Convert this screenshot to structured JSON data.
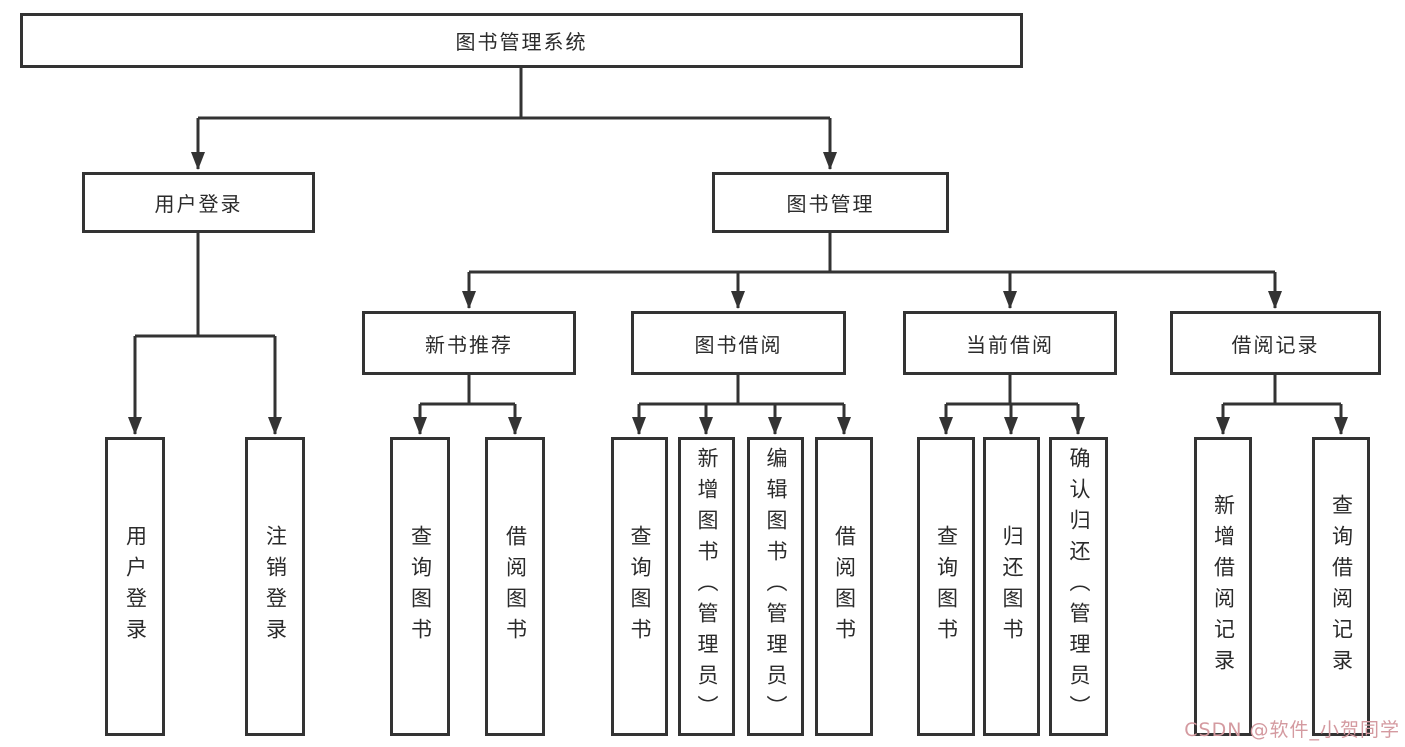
{
  "diagram": {
    "root": {
      "label": "图书管理系统"
    },
    "level2": [
      {
        "label": "用户登录"
      },
      {
        "label": "图书管理"
      }
    ],
    "level3": [
      {
        "label": "新书推荐"
      },
      {
        "label": "图书借阅"
      },
      {
        "label": "当前借阅"
      },
      {
        "label": "借阅记录"
      }
    ],
    "leaves": {
      "user_login": [
        "用户登录",
        "注销登录"
      ],
      "new_books": [
        "查询图书",
        "借阅图书"
      ],
      "book_borrow": [
        "查询图书",
        "新增图书（管理员）",
        "编辑图书（管理员）",
        "借阅图书"
      ],
      "current_borrow": [
        "查询图书",
        "归还图书",
        "确认归还（管理员）"
      ],
      "borrow_records": [
        "新增借阅记录",
        "查询借阅记录"
      ]
    }
  },
  "watermark": "CSDN @软件_小贺同学",
  "colors": {
    "line": "#333333",
    "text": "#2b2b2b",
    "background": "#ffffff",
    "watermark": "#d49aa0"
  }
}
